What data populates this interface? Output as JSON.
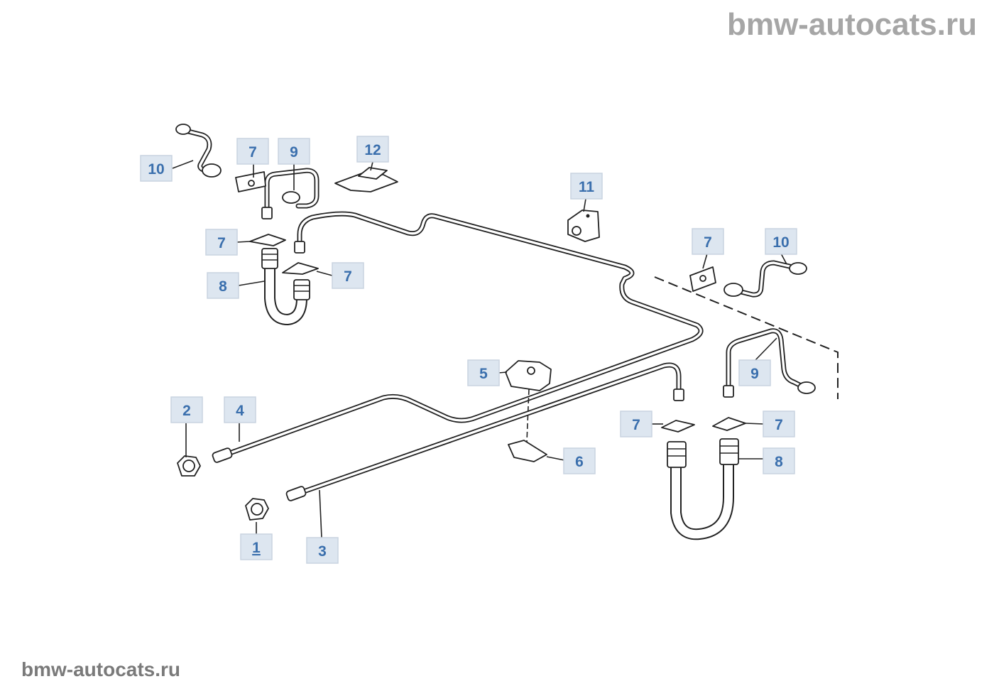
{
  "watermark_top": "bmw-autocats.ru",
  "watermark_bottom": "bmw-autocats.ru",
  "callouts": [
    {
      "id": "1",
      "label": "1"
    },
    {
      "id": "2",
      "label": "2"
    },
    {
      "id": "3",
      "label": "3"
    },
    {
      "id": "4",
      "label": "4"
    },
    {
      "id": "5",
      "label": "5"
    },
    {
      "id": "6",
      "label": "6"
    },
    {
      "id": "7a",
      "label": "7"
    },
    {
      "id": "7b",
      "label": "7"
    },
    {
      "id": "7c",
      "label": "7"
    },
    {
      "id": "7d",
      "label": "7"
    },
    {
      "id": "7e",
      "label": "7"
    },
    {
      "id": "7f",
      "label": "7"
    },
    {
      "id": "8a",
      "label": "8"
    },
    {
      "id": "8b",
      "label": "8"
    },
    {
      "id": "9a",
      "label": "9"
    },
    {
      "id": "9b",
      "label": "9"
    },
    {
      "id": "10a",
      "label": "10"
    },
    {
      "id": "10b",
      "label": "10"
    },
    {
      "id": "11",
      "label": "11"
    },
    {
      "id": "12",
      "label": "12"
    }
  ]
}
